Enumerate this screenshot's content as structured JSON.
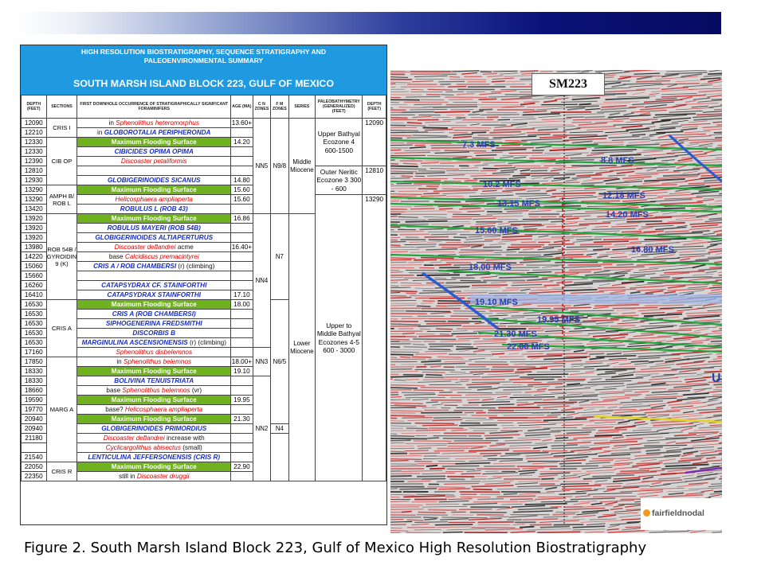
{
  "table": {
    "header_line1": "HIGH RESOLUTION BIOSTRATIGRAPHY, SEQUENCE STRATIGRAPHY AND",
    "header_line2": "PALEOENVIRONMENTAL SUMMARY",
    "title": "SOUTH MARSH ISLAND BLOCK 223, GULF OF MEXICO",
    "col_depth": "DEPTH (FEET)",
    "col_sections": "SECTIONS",
    "col_occurrence": "FIRST DOWNHOLE OCCURRENCE OF STRATIGRAPHICALLY SIGNIFICANT FORAMINIFERS",
    "col_age": "AGE (MA)",
    "col_cn": "C N ZONES",
    "col_fm": "F M ZONES",
    "col_series": "SERIES",
    "col_paleo": "PALEOBATHYMETRY (GENERALIZED) (FEET)",
    "col_depth2": "DEPTH (FEET)",
    "rows": [
      {
        "depth": "12090",
        "pre": "in ",
        "ev": "Sphenolithus heteromorphus",
        "evc": "red",
        "post": "",
        "age": "13.60+"
      },
      {
        "depth": "12210",
        "pre": "in ",
        "ev": "GLOBOROTALIA PERIPHERONDA",
        "evc": "blue",
        "post": "",
        "age": ""
      },
      {
        "depth": "12330",
        "pre": "",
        "ev": "Maximum Flooding Surface",
        "evc": "mfs",
        "post": "",
        "age": "14.20"
      },
      {
        "depth": "12330",
        "pre": "",
        "ev": "CIBICIDES OPIMA OPIMA",
        "evc": "blue",
        "post": "",
        "age": ""
      },
      {
        "depth": "12390",
        "pre": "",
        "ev": "Discoaster petaliformis",
        "evc": "red",
        "post": "",
        "age": ""
      },
      {
        "depth": "12810",
        "pre": "",
        "ev": "",
        "evc": "blue",
        "post": "",
        "age": ""
      },
      {
        "depth": "12930",
        "pre": "",
        "ev": "GLOBIGERINOIDES SICANUS",
        "evc": "blue",
        "post": "",
        "age": "14.80"
      },
      {
        "depth": "13290",
        "pre": "",
        "ev": "Maximum Flooding Surface",
        "evc": "mfs",
        "post": "",
        "age": "15.60"
      },
      {
        "depth": "13290",
        "pre": "",
        "ev": "Helicosphaera ampliaperta",
        "evc": "red",
        "post": "",
        "age": "15.60"
      },
      {
        "depth": "13420",
        "pre": "",
        "ev": "ROBULUS L (ROB 43)",
        "evc": "blue",
        "post": "",
        "age": ""
      },
      {
        "depth": "13920",
        "pre": "",
        "ev": "Maximum Flooding Surface",
        "evc": "mfs",
        "post": "",
        "age": "16.86"
      },
      {
        "depth": "13920",
        "pre": "",
        "ev": "ROBULUS MAYERI (ROB 54B)",
        "evc": "blue",
        "post": "",
        "age": ""
      },
      {
        "depth": "13920",
        "pre": "",
        "ev": "GLOBIGERINOIDES ALTIAPERTURUS",
        "evc": "blue",
        "post": "",
        "age": ""
      },
      {
        "depth": "13980",
        "pre": "",
        "ev": "Discoaster deflandrei",
        "evc": "red",
        "post": " acme",
        "age": "16.40+"
      },
      {
        "depth": "14220",
        "pre": "base ",
        "ev": "Calcidiscus premacintyrei",
        "evc": "red",
        "post": "",
        "age": ""
      },
      {
        "depth": "15060",
        "pre": "",
        "ev": "CRIS A / ROB CHAMBERSI",
        "evc": "blue",
        "post": " (r) (climbing)",
        "age": ""
      },
      {
        "depth": "15660",
        "pre": "",
        "ev": "",
        "evc": "blue",
        "post": "",
        "age": ""
      },
      {
        "depth": "16260",
        "pre": "",
        "ev": "CATAPSYDRAX CF. STAINFORTHI",
        "evc": "blue",
        "post": "",
        "age": ""
      },
      {
        "depth": "16410",
        "pre": "",
        "ev": "CATAPSYDRAX  STAINFORTHI",
        "evc": "blue",
        "post": "",
        "age": "17.10"
      },
      {
        "depth": "16530",
        "pre": "",
        "ev": "Maximum Flooding Surface",
        "evc": "mfs",
        "post": "",
        "age": "18.00"
      },
      {
        "depth": "16530",
        "pre": "",
        "ev": "CRIS A (ROB CHAMBERSI)",
        "evc": "blue",
        "post": "",
        "age": ""
      },
      {
        "depth": "16530",
        "pre": "",
        "ev": "SIPHOGENERINA FREDSMITHI",
        "evc": "blue",
        "post": "",
        "age": ""
      },
      {
        "depth": "16530",
        "pre": "",
        "ev": "DISCORBIS B",
        "evc": "blue",
        "post": "",
        "age": ""
      },
      {
        "depth": "16530",
        "pre": "",
        "ev": "MARGINULINA ASCENSIONENSIS",
        "evc": "blue",
        "post": " (r) (climbing)",
        "age": ""
      },
      {
        "depth": "17160",
        "pre": "",
        "ev": "Sphenolithus disbelemnos",
        "evc": "red",
        "post": "",
        "age": ""
      },
      {
        "depth": "17850",
        "pre": "in ",
        "ev": "Sphenolithus belemnos",
        "evc": "red",
        "post": "",
        "age": "18.00+"
      },
      {
        "depth": "18330",
        "pre": "",
        "ev": "Maximum Flooding Surface",
        "evc": "mfs",
        "post": "",
        "age": "19.10"
      },
      {
        "depth": "18330",
        "pre": "",
        "ev": "BOLIVINA TENUISTRIATA",
        "evc": "blue",
        "post": "",
        "age": ""
      },
      {
        "depth": "18660",
        "pre": "base ",
        "ev": "Sphenolithus belemnos",
        "evc": "red",
        "post": " (vr)",
        "age": ""
      },
      {
        "depth": "19590",
        "pre": "",
        "ev": "Maximum Flooding Surface",
        "evc": "mfs",
        "post": "",
        "age": "19.95"
      },
      {
        "depth": "19770",
        "pre": "base? ",
        "ev": "Helicosphaera ampliaperta",
        "evc": "red",
        "post": "",
        "age": ""
      },
      {
        "depth": "20940",
        "pre": "",
        "ev": "Maximum Flooding Surface",
        "evc": "mfs",
        "post": "",
        "age": "21.30"
      },
      {
        "depth": "20940",
        "pre": "",
        "ev": "GLOBIGERINOIDES PRIMORDIUS",
        "evc": "blue",
        "post": "",
        "age": ""
      },
      {
        "depth": "21180",
        "pre": "",
        "ev": "Discoaster deflandrei",
        "evc": "red",
        "post": " increase with",
        "age": ""
      },
      {
        "depth": "",
        "pre": "",
        "ev": "Cyclicargolithus abisectus",
        "evc": "red",
        "post": " (small)",
        "age": ""
      },
      {
        "depth": "21540",
        "pre": "",
        "ev": "LENTICULINA JEFFERSONENSIS (CRIS R)",
        "evc": "blue",
        "post": "",
        "age": ""
      },
      {
        "depth": "22050",
        "pre": "",
        "ev": "Maximum Flooding Surface",
        "evc": "mfs",
        "post": "",
        "age": "22.90"
      },
      {
        "depth": "22350",
        "pre": "still in ",
        "ev": "Discoaster druggii",
        "evc": "red",
        "post": "",
        "age": ""
      }
    ],
    "sections": [
      "CRIS I",
      "CIB OP",
      "AMPH B/ ROB L",
      "ROB 54B / GYROIDINA 9 (K)",
      "CRIS A",
      "MARG A",
      "CRIS R"
    ],
    "cn_zones": [
      "NN5",
      "NN4",
      "NN3",
      "NN2"
    ],
    "fm_zones": [
      "N9/8",
      "N7",
      "N6/5",
      "N4"
    ],
    "series": [
      "Middle Miocene",
      "Lower Miocene"
    ],
    "paleo": [
      "Upper Bathyal Ecozone 4 600-1500",
      "Outer Neritic Ecozone 3 300 - 600",
      "Upper to Middle Bathyal Ecozones 4-5 600 - 3000"
    ],
    "depth2": [
      "12090",
      "12810",
      "13290"
    ]
  },
  "seismic": {
    "title": "SM223",
    "labels": [
      "7.3 MFS",
      "8.8 MFS",
      "10.2 MFS",
      "12.18 MFS",
      "13.15 MFS",
      "14.20 MFS",
      "15.60 MFS",
      "16.80 MFS",
      "18.00 MFS",
      "19.10 MFS",
      "19.95 MFS",
      "21.30 MFS",
      "22.00 MFS"
    ],
    "partial_label": "U",
    "logo_text": "fairfieldnodal",
    "horizon_color": "#1fa53a"
  },
  "caption": "Figure 2. South Marsh Island Block 223, Gulf of Mexico High Resolution Biostratigraphy"
}
